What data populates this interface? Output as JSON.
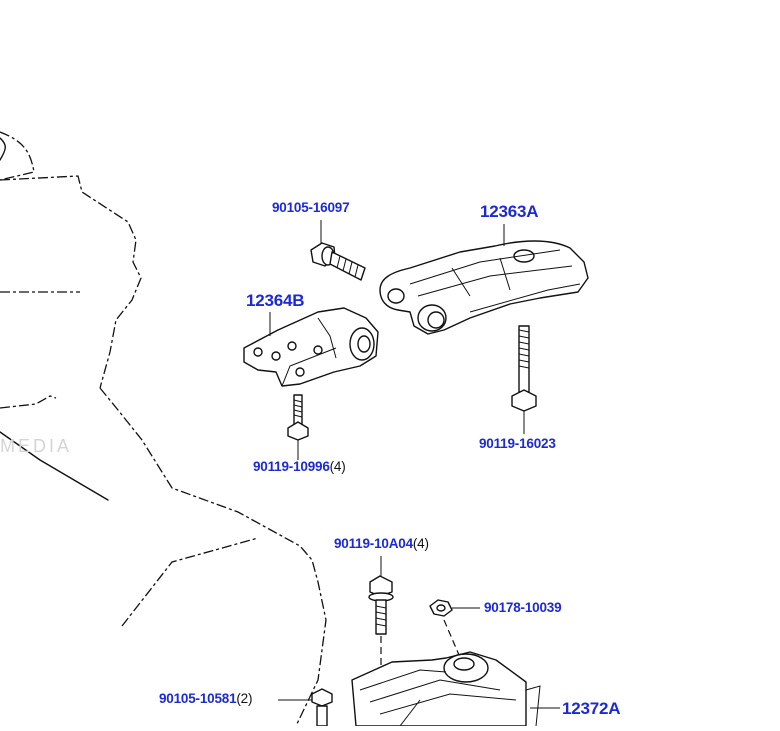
{
  "watermark": "MEDIA",
  "colors": {
    "part_number": "#1c2ad6",
    "quantity": "#111111",
    "background": "#ffffff"
  },
  "labels": [
    {
      "id": "p90105_16097",
      "part": "90105-16097",
      "qty": ""
    },
    {
      "id": "p12363a",
      "part": "12363A",
      "qty": ""
    },
    {
      "id": "p12364b",
      "part": "12364B",
      "qty": ""
    },
    {
      "id": "p90119_16023",
      "part": "90119-16023",
      "qty": ""
    },
    {
      "id": "p90119_10996",
      "part": "90119-10996",
      "qty": "(4)"
    },
    {
      "id": "p90119_10a04",
      "part": "90119-10A04",
      "qty": "(4)"
    },
    {
      "id": "p90178_10039",
      "part": "90178-10039",
      "qty": ""
    },
    {
      "id": "p90105_10581",
      "part": "90105-10581",
      "qty": "(2)"
    },
    {
      "id": "p12372a",
      "part": "12372A",
      "qty": ""
    }
  ]
}
